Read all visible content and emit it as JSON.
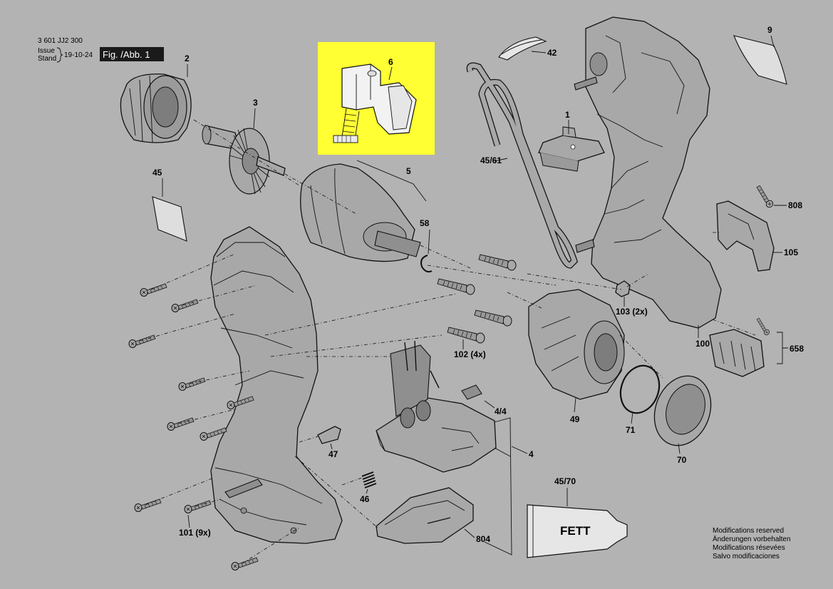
{
  "header": {
    "doc_number": "3 601 JJ2 300",
    "issue_label": "Issue",
    "stand_label": "Stand",
    "date": "19-10-24",
    "fig_label": "Fig. /Abb. 1"
  },
  "parts": [
    {
      "id": "p2",
      "label": "2"
    },
    {
      "id": "p3",
      "label": "3"
    },
    {
      "id": "p6",
      "label": "6"
    },
    {
      "id": "p9",
      "label": "9"
    },
    {
      "id": "p42",
      "label": "42"
    },
    {
      "id": "p5",
      "label": "5"
    },
    {
      "id": "p58",
      "label": "58"
    },
    {
      "id": "p45",
      "label": "45"
    },
    {
      "id": "p4561",
      "label": "45/61"
    },
    {
      "id": "p808",
      "label": "808"
    },
    {
      "id": "p105",
      "label": "105"
    },
    {
      "id": "p100",
      "label": "100"
    },
    {
      "id": "p103",
      "label": "103 (2x)"
    },
    {
      "id": "p1",
      "label": "1"
    },
    {
      "id": "p658",
      "label": "658"
    },
    {
      "id": "p102",
      "label": "102 (4x)"
    },
    {
      "id": "p44",
      "label": "4/4"
    },
    {
      "id": "p4",
      "label": "4"
    },
    {
      "id": "p49",
      "label": "49"
    },
    {
      "id": "p71",
      "label": "71"
    },
    {
      "id": "p70",
      "label": "70"
    },
    {
      "id": "p47",
      "label": "47"
    },
    {
      "id": "p46",
      "label": "46"
    },
    {
      "id": "p804",
      "label": "804"
    },
    {
      "id": "p101",
      "label": "101 (9x)"
    },
    {
      "id": "p4570",
      "label": "45/70"
    }
  ],
  "fett_label": "FETT",
  "highlight_color": "#ffff33",
  "modifications": [
    "Modifications reserved",
    "Änderungen vorbehalten",
    "Modifications résevées",
    "Salvo modificaciones"
  ]
}
